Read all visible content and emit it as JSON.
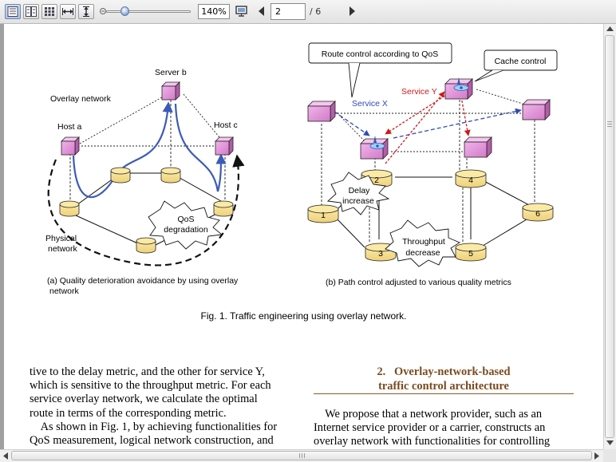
{
  "toolbar": {
    "buttons": [
      "single-page-icon",
      "two-page-icon",
      "thumbnails-icon",
      "fit-width-icon",
      "fit-height-icon"
    ],
    "zoom_value": "140%",
    "zoom_slider_level": 0.24,
    "monitor_icon": "presentation-icon",
    "current_page": "2",
    "page_total": "/ 6"
  },
  "figure": {
    "panel_a": {
      "server_b": "Server b",
      "overlay_network": "Overlay network",
      "host_a": "Host a",
      "host_c": "Host c",
      "qos_degradation": [
        "QoS",
        "degradation"
      ],
      "physical_network": [
        "Physical",
        "network"
      ],
      "caption": [
        "(a) Quality deterioration avoidance by using overlay",
        "network"
      ]
    },
    "panel_b": {
      "route_control": "Route control according to QoS",
      "cache_control": "Cache control",
      "service_y": "Service Y",
      "service_x": "Service X",
      "delay_increase": [
        "Delay",
        "increase"
      ],
      "throughput_decrease": [
        "Throughput",
        "decrease"
      ],
      "nodes": [
        "1",
        "2",
        "3",
        "4",
        "5",
        "6"
      ],
      "caption": "(b) Path control adjusted to various quality metrics"
    },
    "caption": "Fig. 1.   Traffic engineering using overlay network.",
    "colors": {
      "host": "#e08fd6",
      "router": "#f6df8a",
      "service_x": "#2f4bb3",
      "service_y": "#cc1a1a",
      "path": "#3c5bb8"
    }
  },
  "left_column": [
    "tive to the delay metric, and the other for service Y,",
    "which is sensitive to the throughput metric. For each",
    "service overlay network, we calculate the optimal",
    "route in terms of the corresponding metric.",
    "    As shown in Fig. 1, by achieving functionalities for",
    "QoS measurement, logical network construction, and"
  ],
  "section": {
    "line1": "2.   Overlay-network-based",
    "line2": "traffic control architecture"
  },
  "right_column": [
    "    We propose that a network provider, such as an",
    "Internet service provider or a carrier, constructs an",
    "overlay network with functionalities for controlling"
  ]
}
